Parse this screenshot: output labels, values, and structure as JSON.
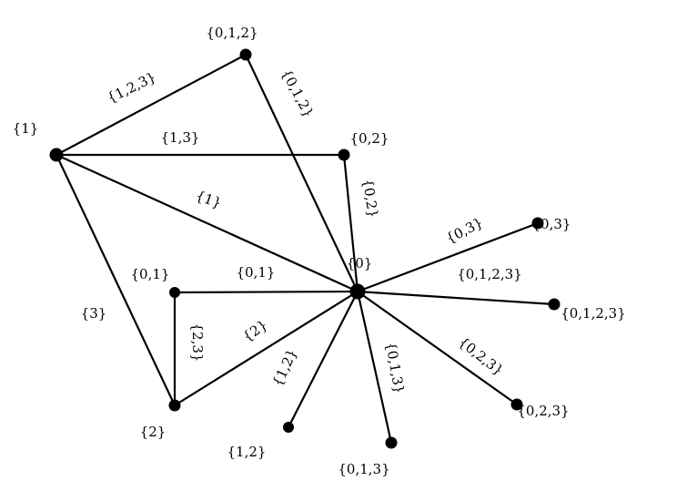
{
  "nodes": [
    {
      "id": "n1",
      "label": "{1}"
    },
    {
      "id": "n012",
      "label": "{0,1,2}"
    },
    {
      "id": "n02",
      "label": "{0,2}"
    },
    {
      "id": "n0",
      "label": "{0}"
    },
    {
      "id": "n03",
      "label": "{0,3}"
    },
    {
      "id": "n0123",
      "label": "{0,1,2,3}"
    },
    {
      "id": "n01",
      "label": "{0,1}"
    },
    {
      "id": "n2",
      "label": "{2}"
    },
    {
      "id": "n12",
      "label": "{1,2}"
    },
    {
      "id": "n013",
      "label": "{0,1,3}"
    },
    {
      "id": "n023",
      "label": "{0,2,3}"
    }
  ],
  "edges": [
    {
      "id": "e1-012",
      "from": "n1",
      "to": "n012",
      "label": "{1,2,3}"
    },
    {
      "id": "e1-02",
      "from": "n1",
      "to": "n02",
      "label": "{1,3}"
    },
    {
      "id": "e1-0",
      "from": "n1",
      "to": "n0",
      "label": "{1}"
    },
    {
      "id": "e1-2",
      "from": "n1",
      "to": "n2",
      "label": "{3}"
    },
    {
      "id": "e012-0",
      "from": "n012",
      "to": "n0",
      "label": "{0,1,2}"
    },
    {
      "id": "e02-0",
      "from": "n02",
      "to": "n0",
      "label": "{0,2}"
    },
    {
      "id": "e0-03",
      "from": "n0",
      "to": "n03",
      "label": "{0,3}"
    },
    {
      "id": "e0-0123",
      "from": "n0",
      "to": "n0123",
      "label": "{0,1,2,3}"
    },
    {
      "id": "e01-0",
      "from": "n01",
      "to": "n0",
      "label": "{0,1}"
    },
    {
      "id": "e01-2",
      "from": "n01",
      "to": "n2",
      "label": "{2,3}"
    },
    {
      "id": "e2-0",
      "from": "n2",
      "to": "n0",
      "label": "{2}"
    },
    {
      "id": "e0-12",
      "from": "n0",
      "to": "n12",
      "label": "{1,2}"
    },
    {
      "id": "e0-013",
      "from": "n0",
      "to": "n013",
      "label": "{0,1,3}"
    },
    {
      "id": "e0-023",
      "from": "n0",
      "to": "n023",
      "label": "{0,2,3}"
    }
  ]
}
